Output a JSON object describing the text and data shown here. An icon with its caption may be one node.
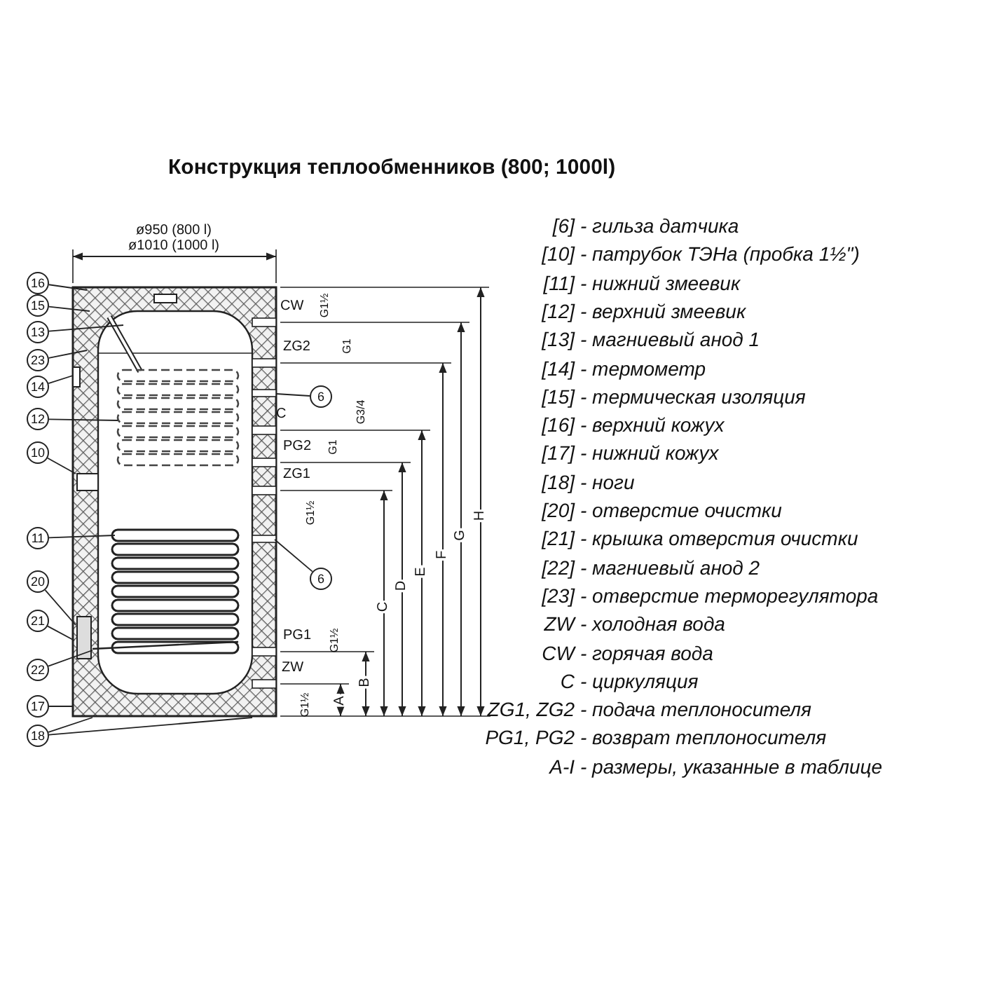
{
  "diagram": {
    "title": "Конструкция теплообменников (800; 1000l)",
    "nodes": [
      {
        "text": [
          "16"
        ]
      },
      {
        "text": [
          "15"
        ]
      },
      {
        "text": [
          "13"
        ]
      },
      {
        "text": [
          "23"
        ]
      },
      {
        "text": [
          "14"
        ]
      },
      {
        "text": [
          "12"
        ]
      },
      {
        "text": [
          "10"
        ]
      },
      {
        "text": [
          "11"
        ]
      },
      {
        "text": [
          "20"
        ]
      },
      {
        "text": [
          "21"
        ]
      },
      {
        "text": [
          "22"
        ]
      },
      {
        "text": [
          "17"
        ]
      },
      {
        "text": [
          "18"
        ]
      },
      {
        "text": [
          "6"
        ]
      },
      {
        "text": [
          "6"
        ]
      },
      {
        "text": [],
        "shape": "picture"
      }
    ],
    "edges": [
      {
        "from": 0,
        "to": 15,
        "arrow": "none"
      },
      {
        "from": 1,
        "to": 15,
        "arrow": "none"
      },
      {
        "from": 2,
        "to": 15,
        "arrow": "none"
      },
      {
        "from": 3,
        "to": 15,
        "arrow": "none"
      },
      {
        "from": 4,
        "to": 15,
        "arrow": "none"
      },
      {
        "from": 5,
        "to": 15,
        "arrow": "none"
      },
      {
        "from": 6,
        "to": 15,
        "arrow": "none"
      },
      {
        "from": 7,
        "to": 15,
        "arrow": "none"
      },
      {
        "from": 8,
        "to": 15,
        "arrow": "none"
      },
      {
        "from": 9,
        "to": 15,
        "arrow": "none"
      },
      {
        "from": 10,
        "to": 15,
        "arrow": "none"
      },
      {
        "from": 11,
        "to": 15,
        "arrow": "none"
      },
      {
        "from": 12,
        "to": 15,
        "arrow": "none"
      },
      {
        "from": 12,
        "to": 15,
        "arrow": "none"
      },
      {
        "from": 13,
        "to": 15,
        "arrow": "none"
      },
      {
        "from": 14,
        "to": 15,
        "arrow": "none"
      }
    ],
    "labels": [
      "ø950 (800 l)",
      "ø1010 (1000 l)",
      "CW",
      "G1½",
      "ZG2",
      "G1",
      "C",
      "G3/4",
      "PG2",
      "G1",
      "ZG1",
      "G1½",
      "PG1",
      "G1½",
      "ZW",
      "G1½",
      "H",
      "G",
      "F",
      "E",
      "D",
      "C",
      "B",
      "A",
      "[6]",
      "- гильза датчика",
      "[10]",
      "- патрубок ТЭНа (пробка 1½\")",
      "[11]",
      "- нижний змеевик",
      "[12]",
      "- верхний змеевик",
      "[13]",
      "- магниевый анод 1",
      "[14]",
      "- термометр",
      "[15]",
      "- термическая изоляция",
      "[16]",
      "- верхний кожух",
      "[17]",
      "- нижний кожух",
      "[18]",
      "- ноги",
      "[20]",
      "- отверстие очистки",
      "[21]",
      "- крышка отверстия очистки",
      "[22]",
      "- магниевый анод 2",
      "[23]",
      "- отверстие терморегулятора",
      "ZW",
      "- холодная вода",
      "CW",
      "- горячая вода",
      "C",
      "- циркуляция",
      "ZG1, ZG2",
      "- подача теплоносителя",
      "PG1, PG2",
      "- возврат теплоносителя",
      "A-I",
      "- размеры, указанные в таблице"
    ]
  }
}
